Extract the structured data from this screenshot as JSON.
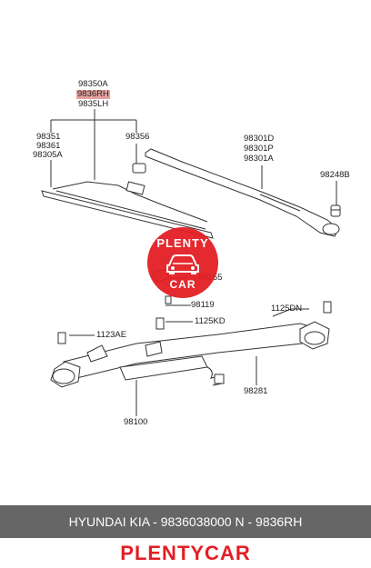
{
  "labels": {
    "p98350A": "98350A",
    "p9836RH": "9836RH",
    "p9835LH": "9835LH",
    "p98351": "98351",
    "p98361": "98361",
    "p98305A": "98305A",
    "p98356": "98356",
    "p98301D": "98301D",
    "p98301P": "98301P",
    "p98301A": "98301A",
    "p98248B": "98248B",
    "p98155": "98155",
    "p98119": "98119",
    "p1125KD": "1125KD",
    "p1125DN": "1125DN",
    "p1123AE": "1123AE",
    "p98281": "98281",
    "p98100": "98100"
  },
  "highlight_color": "#e8a0a0",
  "stamp": {
    "top_text": "PLENTY",
    "bottom_text": "CAR",
    "color": "#e31e24",
    "icon": "car-icon"
  },
  "footer": {
    "text": "HYUNDAI  KIA - 9836038000     N - 9836RH",
    "background": "#666666"
  },
  "brand": {
    "text": "PLENTYCAR",
    "color": "#e31e24"
  }
}
